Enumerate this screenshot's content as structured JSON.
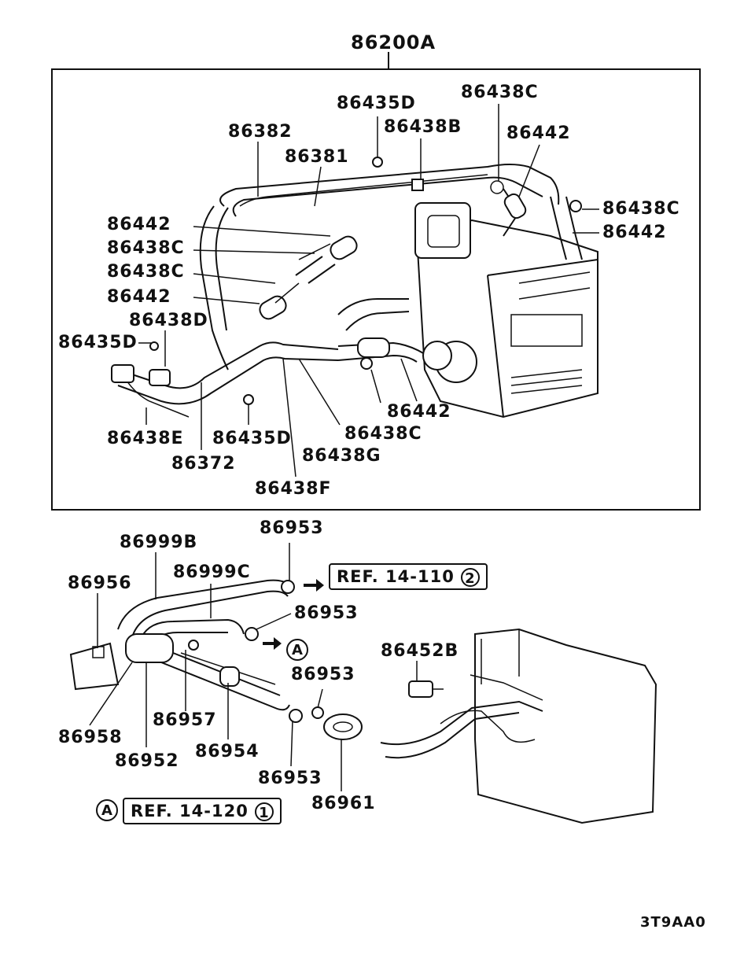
{
  "assembly_label": "86200A",
  "upper_labels": {
    "p86435D_top": "86435D",
    "p86438C_top": "86438C",
    "p86382": "86382",
    "p86438B": "86438B",
    "p86381": "86381",
    "p86442_top": "86442",
    "p86438C_right": "86438C",
    "p86442_right": "86442",
    "p86442_l1": "86442",
    "p86438C_l1": "86438C",
    "p86438C_l2": "86438C",
    "p86442_l2": "86442",
    "p86438D": "86438D",
    "p86435D_left": "86435D",
    "p86442_mid": "86442",
    "p86438C_mid": "86438C",
    "p86438E": "86438E",
    "p86435D_bottom": "86435D",
    "p86438G": "86438G",
    "p86372": "86372",
    "p86438F": "86438F"
  },
  "lower_labels": {
    "p86953_top": "86953",
    "p86999B": "86999B",
    "p86999C": "86999C",
    "p86956": "86956",
    "p86953_mid": "86953",
    "p86452B": "86452B",
    "p86953_low": "86953",
    "p86957": "86957",
    "p86958": "86958",
    "p86954": "86954",
    "p86952": "86952",
    "p86953_bottom": "86953",
    "p86961": "86961"
  },
  "references": {
    "ref1_text": "REF. 14-110",
    "ref1_num": "2",
    "ref2_text": "REF. 14-120",
    "ref2_num": "1",
    "arrow_marker": "A"
  },
  "diagram_code": "3T9AA0"
}
